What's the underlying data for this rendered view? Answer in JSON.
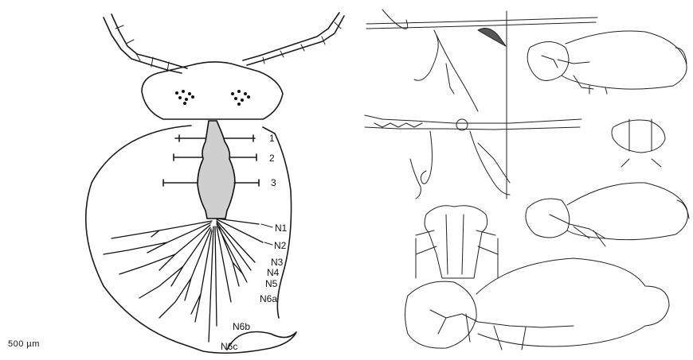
{
  "left_figure": {
    "ganglion_labels": [
      "1",
      "2",
      "3"
    ],
    "nerve_labels": [
      "N1",
      "N2",
      "N3",
      "N4",
      "N5",
      "N6a",
      "N6b",
      "N6c"
    ],
    "scale_bar": "500 µm"
  }
}
